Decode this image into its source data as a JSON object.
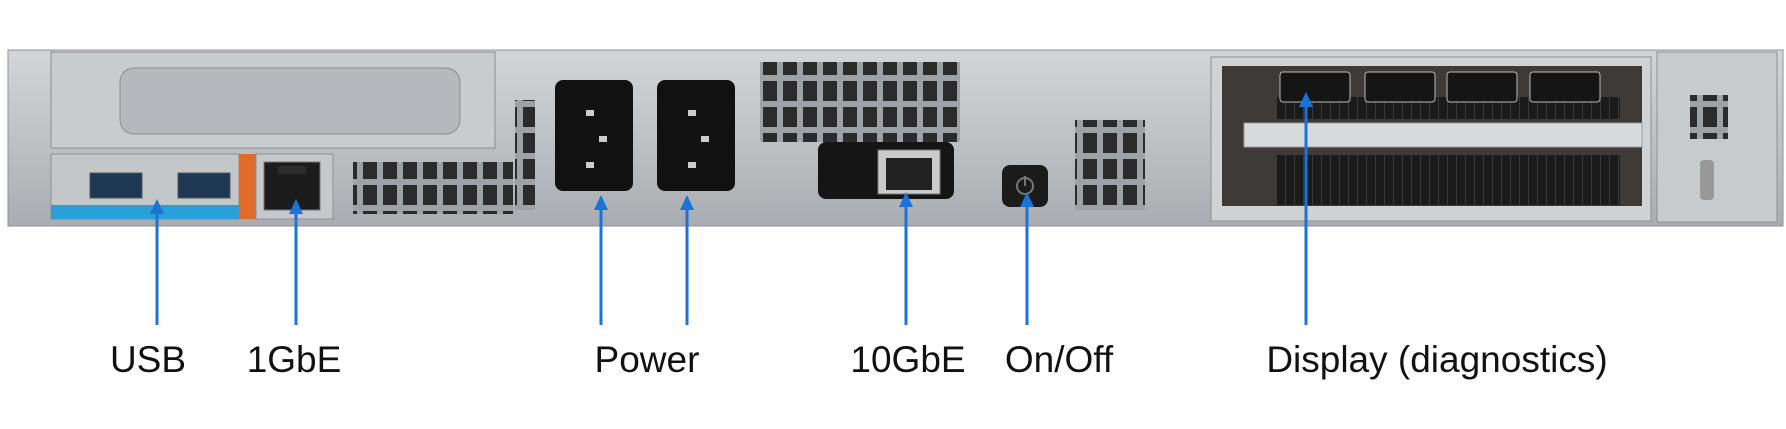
{
  "labels": {
    "usb": "USB",
    "gbe1": "1GbE",
    "power": "Power",
    "gbe10": "10GbE",
    "onoff": "On/Off",
    "display": "Display (diagnostics)"
  },
  "colors": {
    "arrow": "#1a73d9",
    "chassis": "#b9bcbf",
    "usb_strip": "#2aa0d8",
    "lan_strip": "#e06a2a"
  }
}
